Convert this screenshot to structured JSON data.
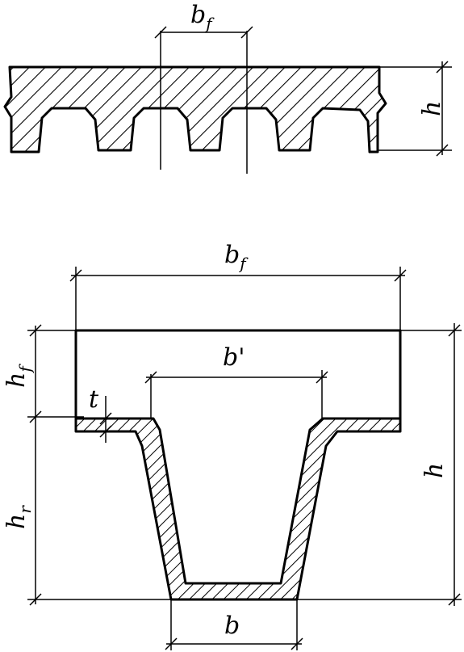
{
  "top_section": {
    "labels": {
      "flange_width": {
        "main": "b",
        "sub": "f"
      },
      "height": {
        "main": "h"
      }
    }
  },
  "bottom_section": {
    "labels": {
      "flange_width": {
        "main": "b",
        "sub": "f"
      },
      "inner_width": {
        "main": "b'"
      },
      "flange_height": {
        "main": "h",
        "sub": "f"
      },
      "thickness": {
        "main": "t"
      },
      "rib_height": {
        "main": "h",
        "sub": "r"
      },
      "height": {
        "main": "h"
      },
      "rib_width": {
        "main": "b"
      }
    }
  }
}
